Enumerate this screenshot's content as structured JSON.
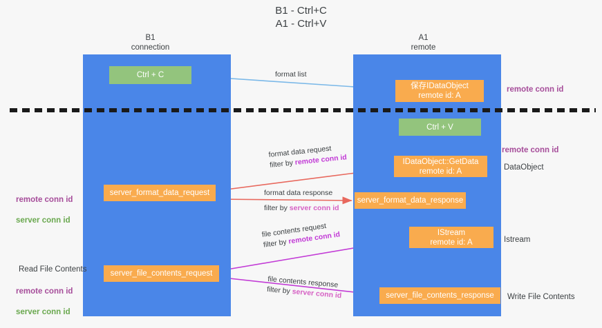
{
  "title": "B1 - Ctrl+C\nA1 - Ctrl+V",
  "colors": {
    "lane": "#4a86e8",
    "green_box": "#93c47d",
    "orange_box": "#f9ab4e",
    "purple_text": "#a64d9a",
    "green_text": "#6aa84f",
    "magenta_edge": "#c23bd6",
    "red_edge": "#e8685d",
    "blue_edge": "#7ab8e8",
    "background": "#f7f7f7",
    "divider": "#1a1a1a"
  },
  "lanes": [
    {
      "name": "b1",
      "header": "B1\nconnection"
    },
    {
      "name": "a1",
      "header": "A1\nremote"
    }
  ],
  "boxes": [
    {
      "id": "ctrl-c",
      "label": "Ctrl + C",
      "color": "green"
    },
    {
      "id": "save-idataobject",
      "label": "保存IDataObject\nremote id: A",
      "color": "orange"
    },
    {
      "id": "ctrl-v",
      "label": "Ctrl + V",
      "color": "green"
    },
    {
      "id": "idataobject-getdata",
      "label": "IDataObject::GetData\nremote id: A",
      "color": "orange"
    },
    {
      "id": "server-format-data-request",
      "label": "server_format_data_request",
      "color": "orange"
    },
    {
      "id": "server-format-data-response",
      "label": "server_format_data_response",
      "color": "orange"
    },
    {
      "id": "istream",
      "label": "IStream\nremote id: A",
      "color": "orange"
    },
    {
      "id": "server-file-contents-request",
      "label": "server_file_contents_request",
      "color": "orange"
    },
    {
      "id": "server-file-contents-response",
      "label": "server_file_contents_response",
      "color": "orange"
    }
  ],
  "edge_labels": [
    {
      "id": "format-list",
      "line1": "format list",
      "line2": "",
      "filter_prefix": "",
      "filter_key": "",
      "filter_color": ""
    },
    {
      "id": "format-data-request",
      "line1": "format data request",
      "filter_prefix": "filter by ",
      "filter_key": "remote conn id",
      "filter_color": "magenta"
    },
    {
      "id": "format-data-response",
      "line1": "format data response",
      "filter_prefix": "filter by ",
      "filter_key": "server conn id",
      "filter_color": "pink"
    },
    {
      "id": "file-contents-request",
      "line1": "file contents request",
      "filter_prefix": "filter by ",
      "filter_key": "remote conn id",
      "filter_color": "magenta"
    },
    {
      "id": "file-contents-response",
      "line1": "file contents response",
      "filter_prefix": "filter by ",
      "filter_key": "server conn id",
      "filter_color": "pink"
    }
  ],
  "annotations": {
    "right": [
      {
        "id": "remote-conn-id-top",
        "text": "remote conn id",
        "style": "purple"
      },
      {
        "id": "remote-conn-id-mid",
        "text": "remote conn id",
        "style": "purple"
      },
      {
        "id": "dataobject",
        "text": "DataObject",
        "style": "plain"
      },
      {
        "id": "istream-label",
        "text": "Istream",
        "style": "plain"
      },
      {
        "id": "write-file-contents",
        "text": "Write File Contents",
        "style": "plain"
      }
    ],
    "left": [
      {
        "id": "left-conn-ids-mid",
        "remote": "remote conn id",
        "server": "server conn id"
      },
      {
        "id": "read-file-contents",
        "text": "Read File Contents"
      },
      {
        "id": "left-conn-ids-low",
        "remote": "remote conn id",
        "server": "server conn id"
      }
    ]
  }
}
